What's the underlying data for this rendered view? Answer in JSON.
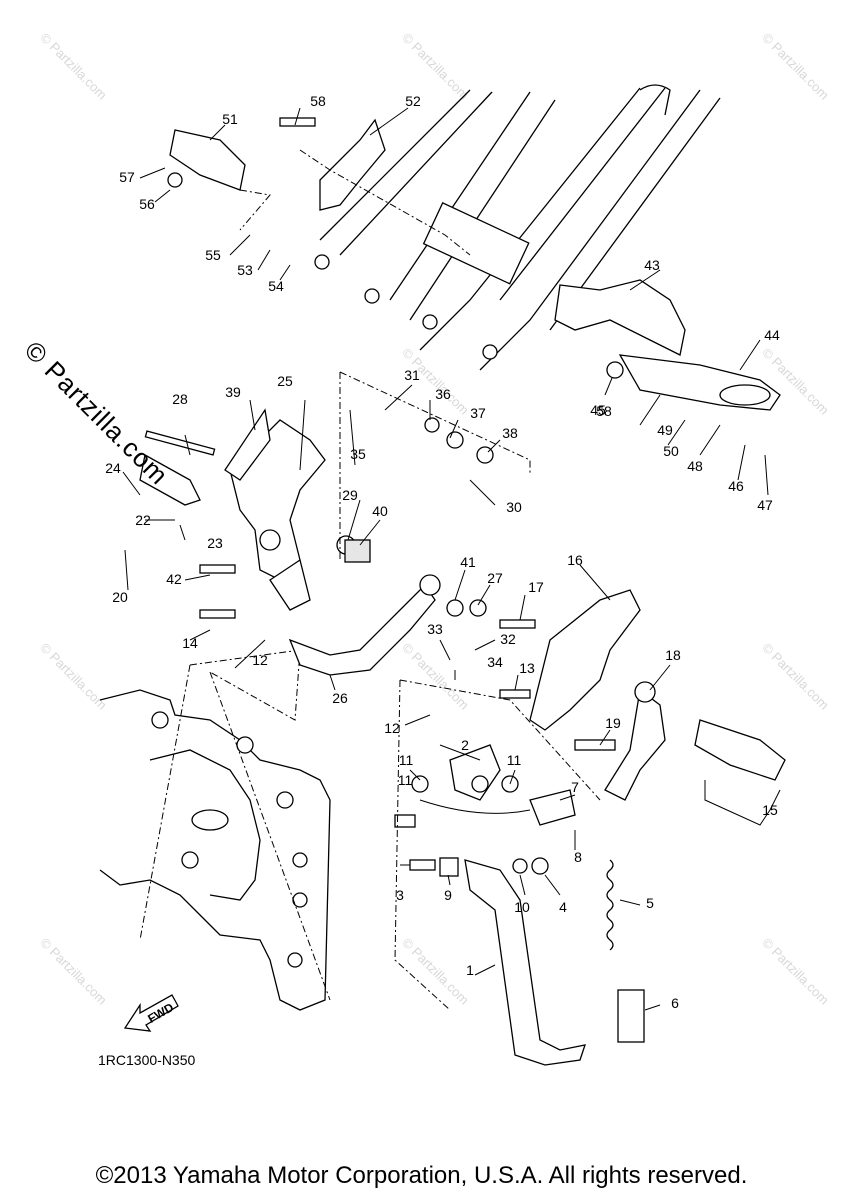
{
  "diagram": {
    "drawing_code": "1RC1300-N350",
    "copyright": "©2013 Yamaha Motor Corporation, U.S.A. All rights reserved.",
    "watermark_main": "© Partzilla.com",
    "watermark_small": "© Partzilla.com",
    "forward_label": "FWD",
    "callouts": [
      "1",
      "2",
      "3",
      "4",
      "5",
      "6",
      "7",
      "8",
      "9",
      "10",
      "11",
      "11",
      "11",
      "12",
      "12",
      "13",
      "14",
      "15",
      "16",
      "17",
      "18",
      "19",
      "20",
      "22",
      "23",
      "24",
      "25",
      "26",
      "27",
      "28",
      "29",
      "30",
      "31",
      "32",
      "33",
      "34",
      "35",
      "36",
      "37",
      "38",
      "39",
      "40",
      "41",
      "42",
      "43",
      "44",
      "45",
      "46",
      "47",
      "48",
      "49",
      "50",
      "51",
      "52",
      "53",
      "54",
      "55",
      "56",
      "57",
      "58",
      "58"
    ]
  }
}
